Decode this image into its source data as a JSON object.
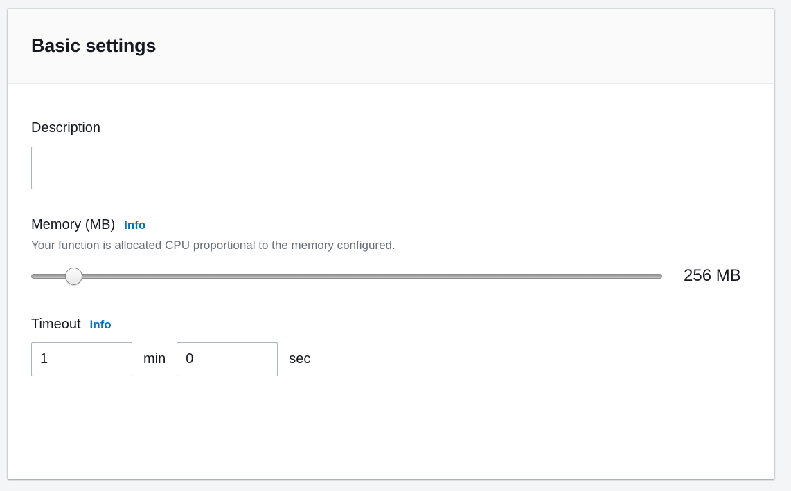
{
  "panel": {
    "title": "Basic settings"
  },
  "fields": {
    "description": {
      "label": "Description",
      "value": "",
      "placeholder": ""
    },
    "memory": {
      "label": "Memory (MB)",
      "info_label": "Info",
      "helper_text": "Your function is allocated CPU proportional to the memory configured.",
      "value_text": "256 MB",
      "value": 256,
      "slider_percent": 5.5
    },
    "timeout": {
      "label": "Timeout",
      "info_label": "Info",
      "minutes": "1",
      "minutes_unit": "min",
      "seconds": "0",
      "seconds_unit": "sec"
    }
  },
  "colors": {
    "link": "#0073bb",
    "text": "#16191f",
    "helper": "#687078",
    "input_border": "#aab7b8",
    "card_border": "#d5dbdb",
    "header_bg": "#fafafa",
    "page_bg": "#f4f5f6"
  }
}
